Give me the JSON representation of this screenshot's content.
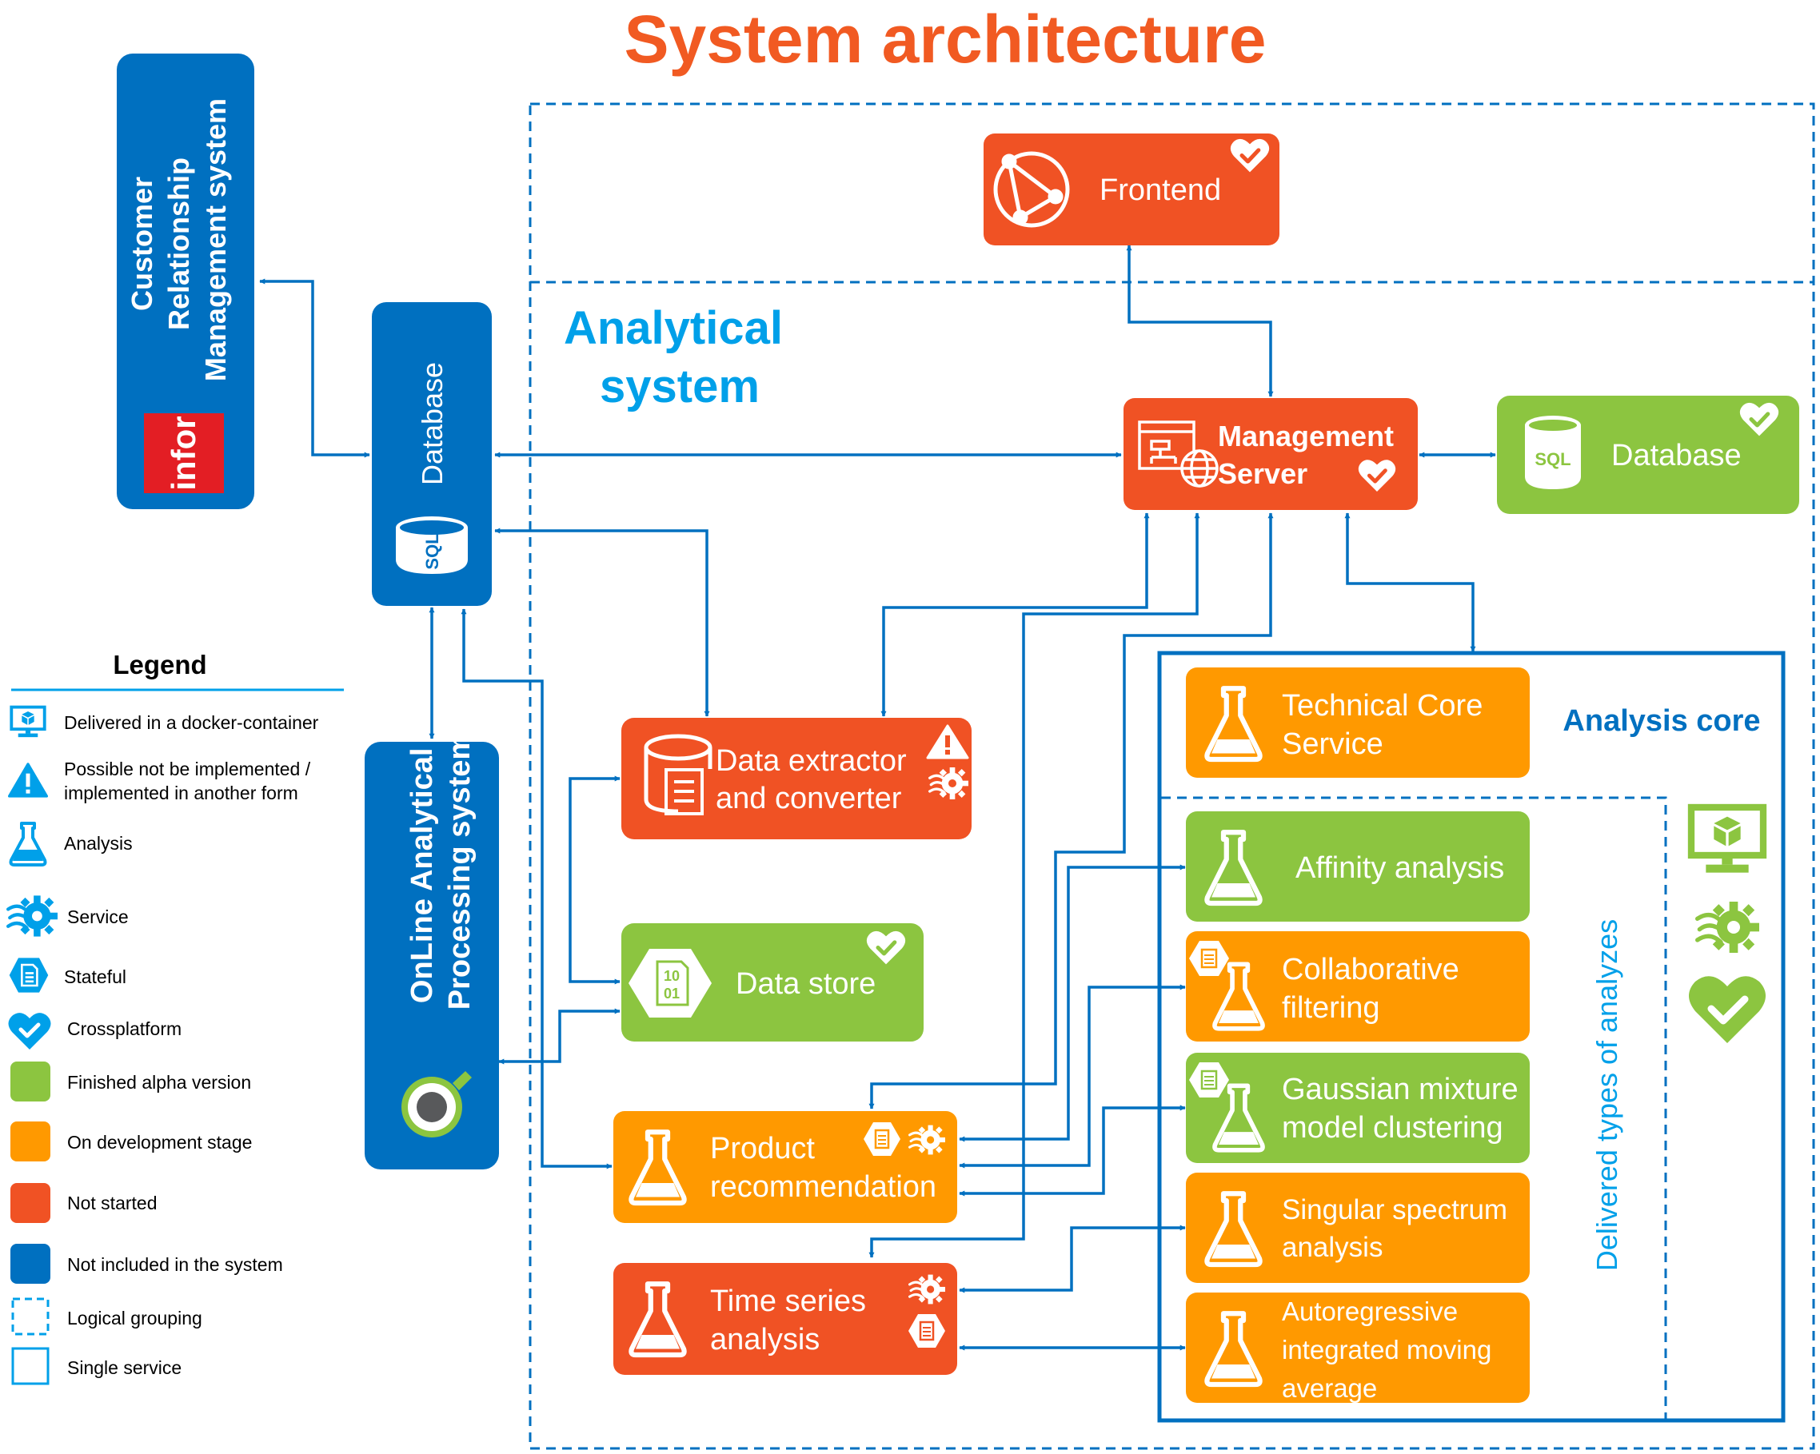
{
  "title": "System architecture",
  "colors": {
    "title": "#f15a22",
    "blue": "#0070c0",
    "lightblue": "#00a0e9",
    "green": "#8cc540",
    "orange": "#ff9900",
    "red": "#f05224",
    "white": "#ffffff"
  },
  "groups": {
    "analytical_system": "Analytical system",
    "analysis_core": "Analysis core",
    "delivered_types": "Delivered types of analyzes"
  },
  "nodes": {
    "crm": {
      "label": "Customer Relationship Management system",
      "logo": "infor",
      "status": "not-included"
    },
    "database_left": {
      "label": "Database",
      "icon": "sql-icon",
      "status": "not-included"
    },
    "olap": {
      "label": "OnLine Analytical Processing system",
      "icon": "qlik-icon",
      "status": "not-included"
    },
    "frontend": {
      "label": "Frontend",
      "icon": "web-app-icon",
      "status": "not-started"
    },
    "management_server": {
      "label": "Management Server",
      "icon": "server-icon",
      "status": "not-started"
    },
    "database_right": {
      "label": "Database",
      "icon": "sql-icon",
      "status": "finished-alpha"
    },
    "data_extractor": {
      "label": "Data extractor and converter",
      "status": "not-started"
    },
    "data_store": {
      "label": "Data store",
      "icon": "binary-icon",
      "status": "finished-alpha"
    },
    "product_recommendation": {
      "label": "Product recommendation",
      "status": "on-development"
    },
    "time_series": {
      "label": "Time series analysis",
      "status": "not-started"
    },
    "technical_core": {
      "label": "Technical Core Service",
      "status": "on-development"
    },
    "affinity": {
      "label": "Affinity analysis",
      "status": "finished-alpha"
    },
    "collaborative": {
      "label": "Collaborative filtering",
      "status": "on-development"
    },
    "gaussian": {
      "label": "Gaussian mixture model clustering",
      "status": "finished-alpha"
    },
    "ssa": {
      "label": "Singular spectrum analysis",
      "status": "on-development"
    },
    "arima": {
      "label": "Autoregressive integrated moving average",
      "status": "on-development"
    }
  },
  "legend": {
    "title": "Legend",
    "items": [
      {
        "icon": "docker-container-icon",
        "label": "Delivered in a docker-container"
      },
      {
        "icon": "warning-icon",
        "label": "Possible not be implemented / implemented in another form"
      },
      {
        "icon": "flask-icon",
        "label": "Analysis"
      },
      {
        "icon": "service-gear-icon",
        "label": "Service"
      },
      {
        "icon": "stateful-icon",
        "label": "Stateful"
      },
      {
        "icon": "crossplatform-heart-icon",
        "label": "Crossplatform"
      },
      {
        "icon": "green-swatch",
        "label": "Finished alpha version"
      },
      {
        "icon": "orange-swatch",
        "label": "On development stage"
      },
      {
        "icon": "red-swatch",
        "label": "Not started"
      },
      {
        "icon": "blue-swatch",
        "label": "Not included in the system"
      },
      {
        "icon": "dashed-box-icon",
        "label": "Logical grouping"
      },
      {
        "icon": "solid-box-icon",
        "label": "Single service"
      }
    ]
  }
}
